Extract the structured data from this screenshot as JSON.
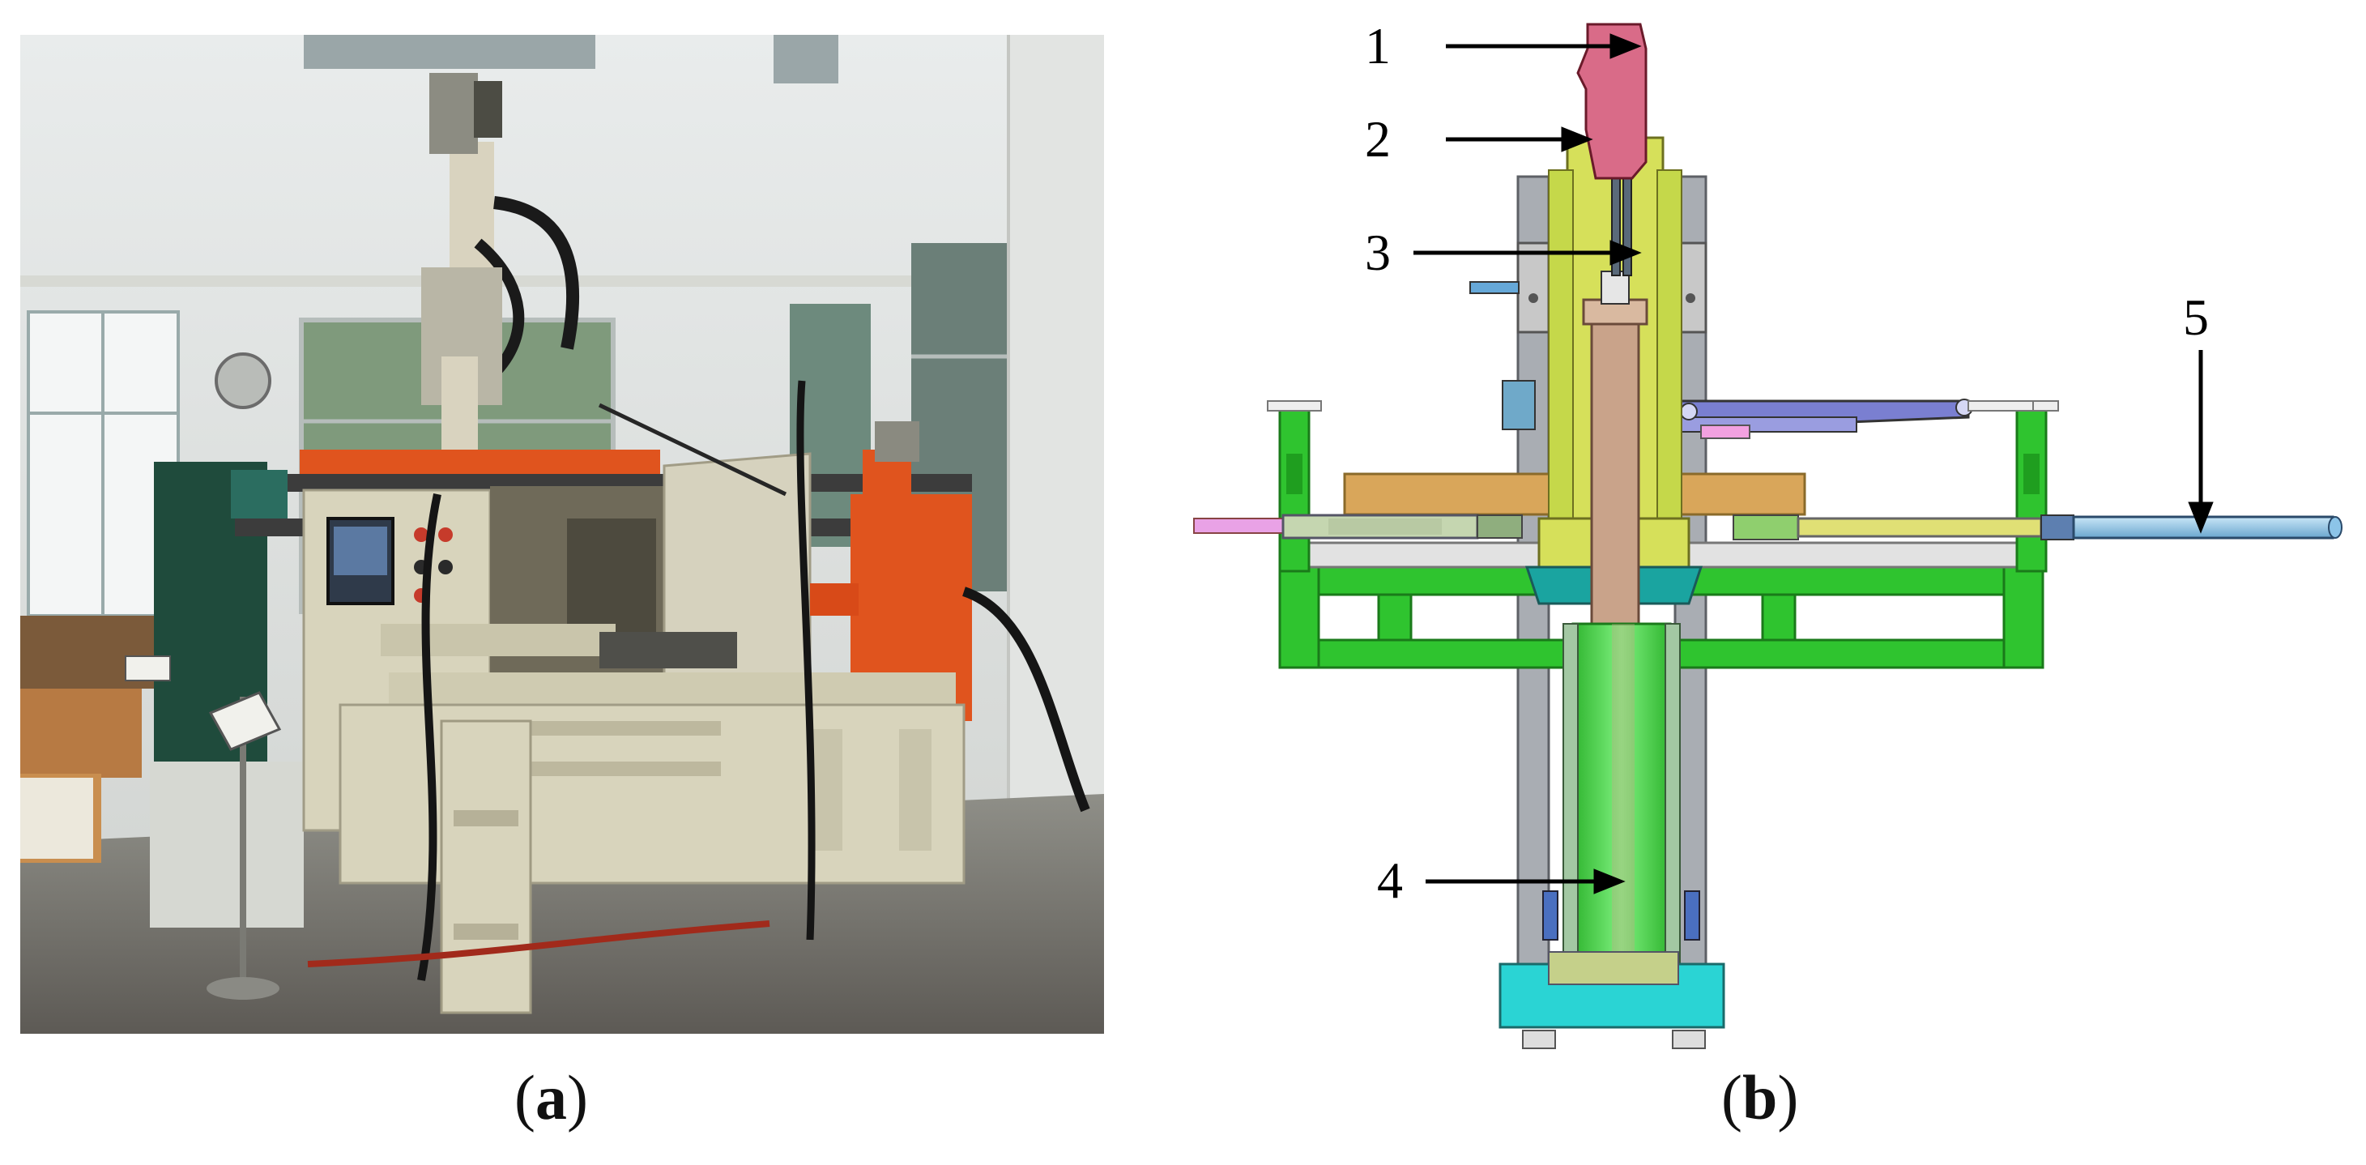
{
  "panels": [
    {
      "id": "a",
      "caption_letter": "a"
    },
    {
      "id": "b",
      "caption_letter": "b"
    }
  ],
  "callouts": [
    {
      "label": "1"
    },
    {
      "label": "2"
    },
    {
      "label": "3"
    },
    {
      "label": "4"
    },
    {
      "label": "5"
    }
  ],
  "colors": {
    "frame_green": "#2fc42f",
    "part_yellow": "#d6e05a",
    "part_tan": "#c9a38a",
    "part_orange": "#d9a65a",
    "part_cyan": "#2ad4d4",
    "part_pink": "#d96b88",
    "part_blue": "#8cc4e8",
    "machine_beige": "#d8d4bc",
    "machine_orange": "#e0541e"
  }
}
